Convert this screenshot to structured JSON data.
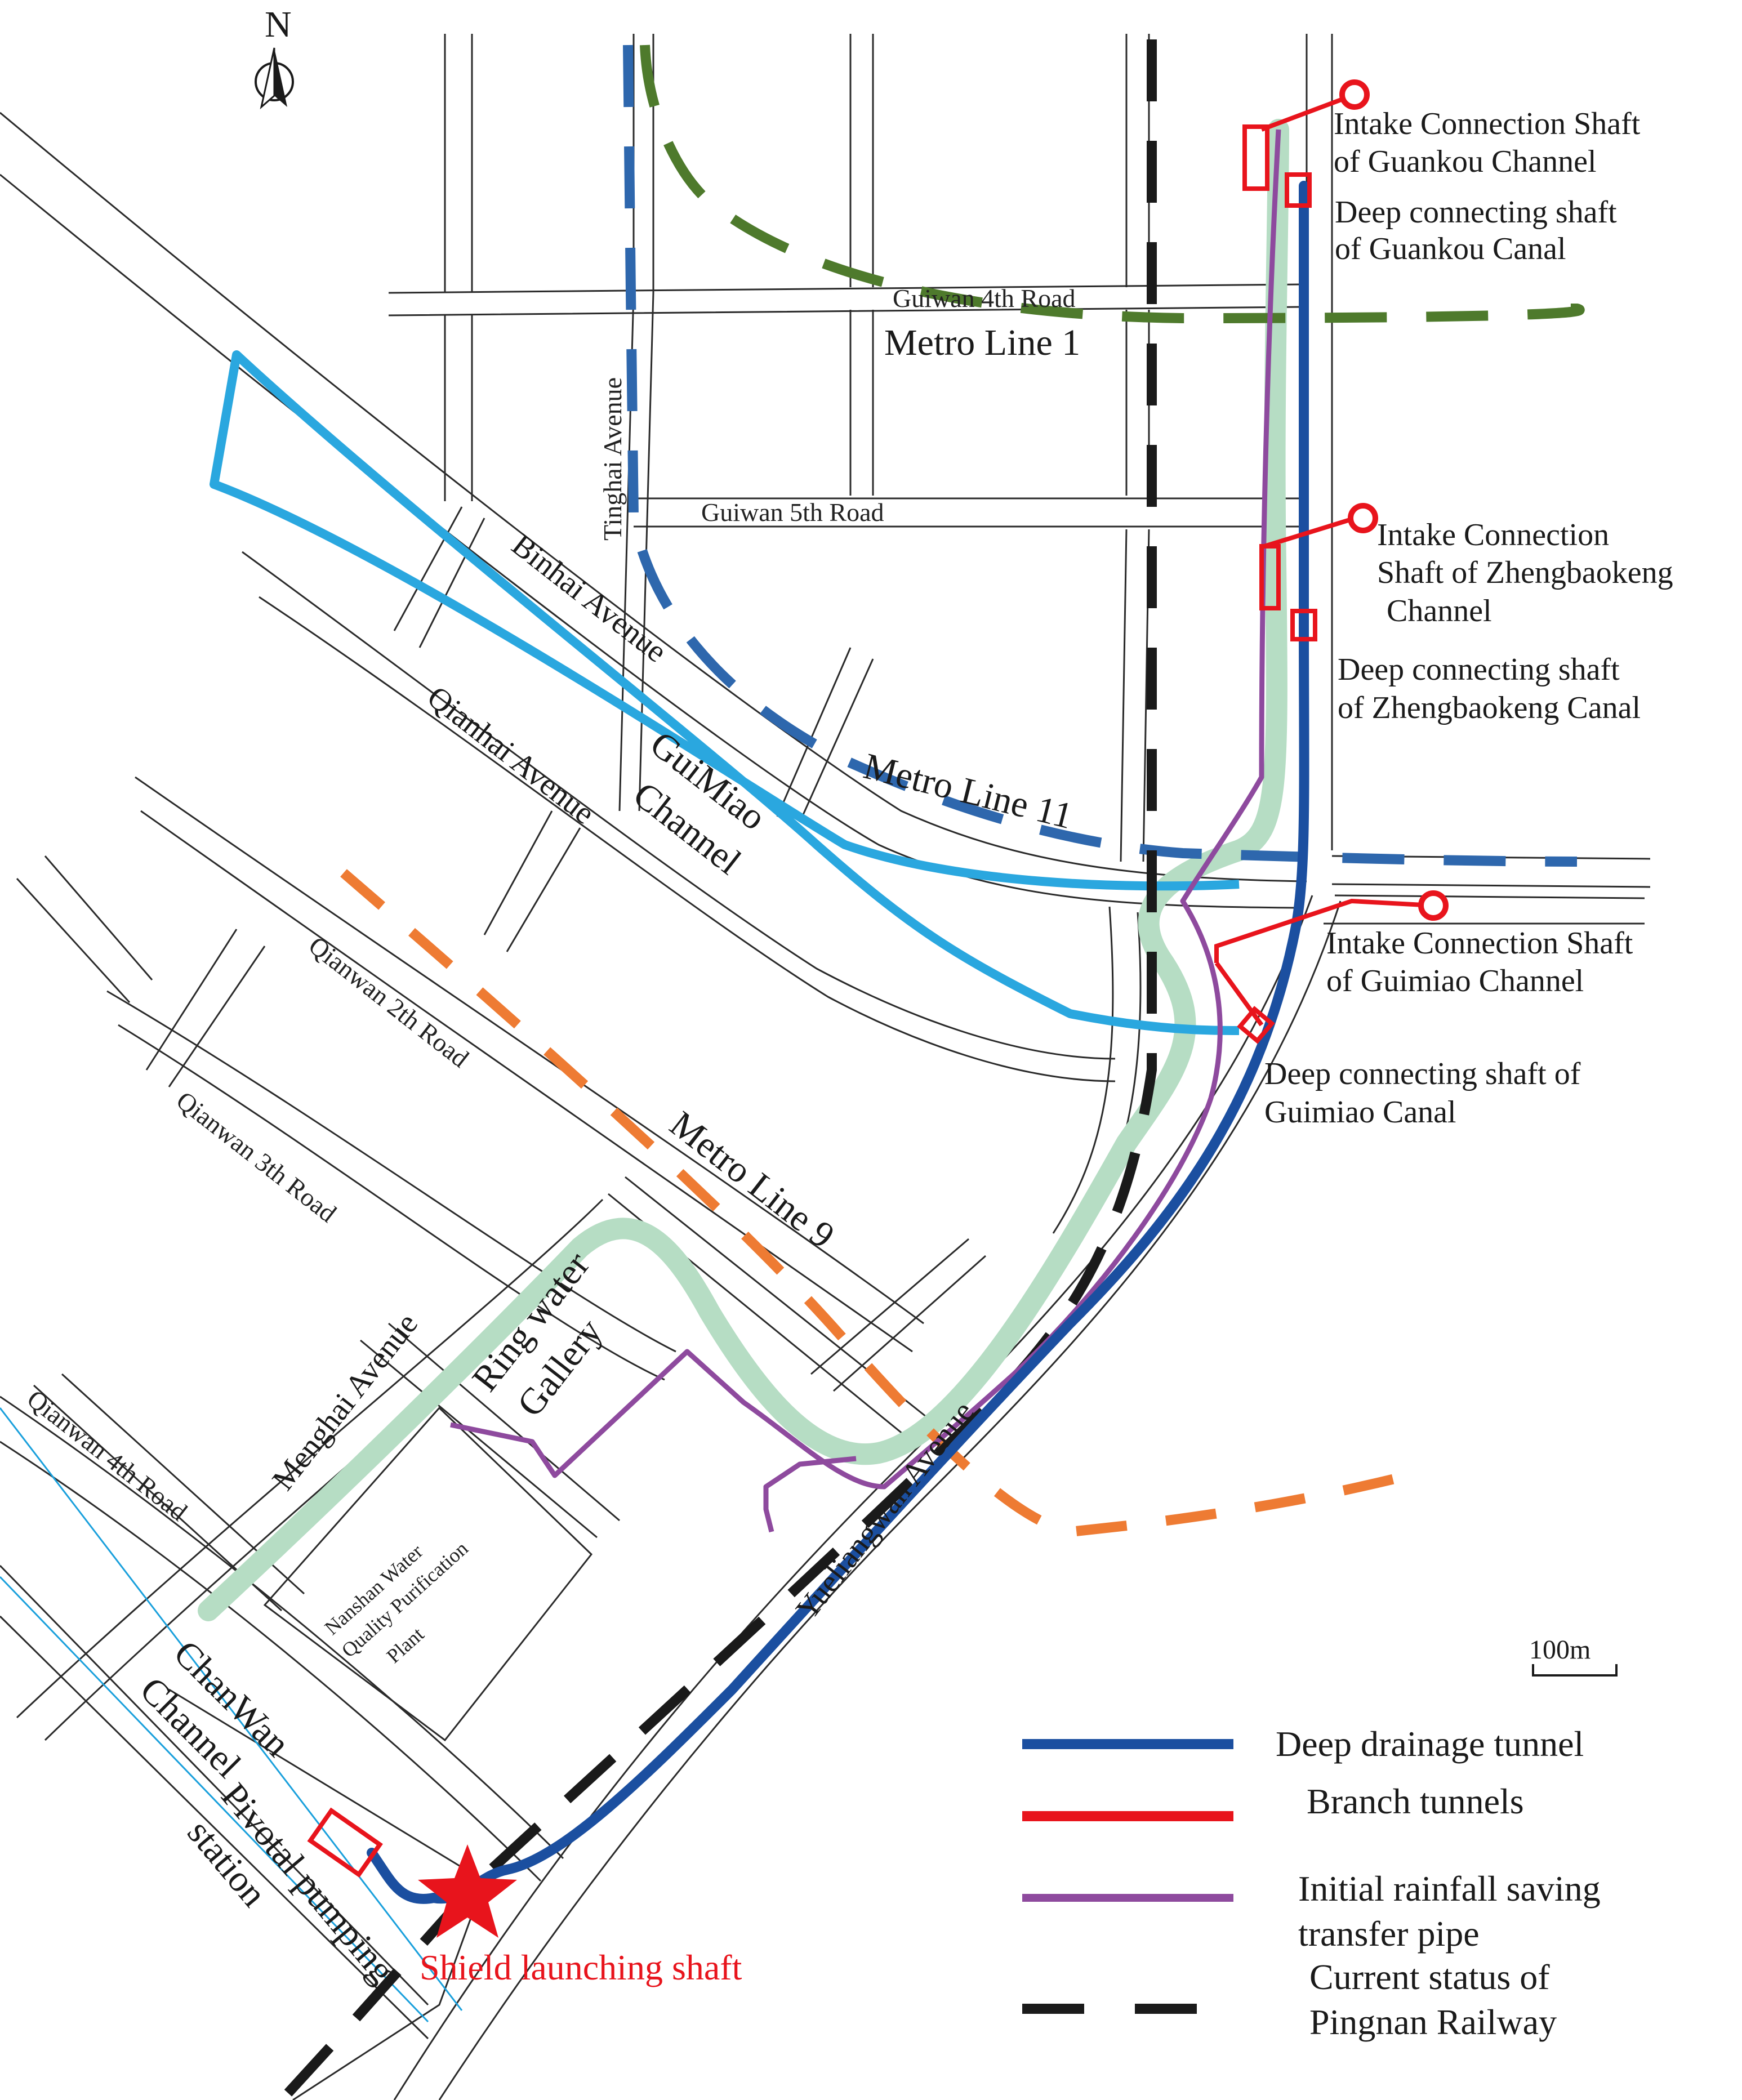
{
  "compass": {
    "letter": "N"
  },
  "roads": {
    "guiwan_4th": "Guiwan 4th Road",
    "guiwan_5th": "Guiwan 5th Road",
    "tinghai": "Tinghai Avenue",
    "binhai": "Binhai Avenue",
    "qianhai": "Qianhai Avenue",
    "qianwan_2th": "Qianwan 2th Road",
    "qianwan_3th": "Qianwan 3th Road",
    "qianwan_4th": "Qianwan 4th Road",
    "menghai": "Menghai Avenue",
    "yueliangwan": "Yueliangwan Avenue"
  },
  "metro": {
    "line1": "Metro Line 1",
    "line11": "Metro Line 11",
    "line9": "Metro Line 9"
  },
  "areas": {
    "guimiao_channel": [
      "GuiMiao",
      "Channel"
    ],
    "ring_water_gallery": [
      "Ring water",
      "Gallery"
    ],
    "chanwan_channel": [
      "ChanWan",
      "Channel"
    ],
    "pivotal_pumping_station": [
      "Pivotal pumping",
      "station"
    ],
    "nanshan_plant": [
      "Nanshan Water",
      "Quality Purification",
      "Plant"
    ]
  },
  "shafts": {
    "guankou_intake": [
      "Intake Connection Shaft",
      "of Guankou  Channel"
    ],
    "guankou_deep": [
      "Deep connecting shaft",
      "of Guankou Canal"
    ],
    "zhengbaokeng_intake": [
      "Intake Connection",
      "Shaft of Zhengbaokeng",
      "Channel"
    ],
    "zhengbaokeng_deep": [
      "Deep connecting shaft",
      "of Zhengbaokeng Canal"
    ],
    "guimiao_intake": [
      "Intake Connection Shaft",
      "of Guimiao  Channel"
    ],
    "guimiao_deep": [
      "Deep connecting shaft of",
      "Guimiao Canal"
    ],
    "shield_launching": "Shield launching shaft"
  },
  "scale": {
    "label": "100m"
  },
  "legend": {
    "items": [
      {
        "lines": [
          "Deep drainage tunnel"
        ],
        "color": "#1b4fa0",
        "style": "solid"
      },
      {
        "lines": [
          "Branch tunnels"
        ],
        "color": "#e8141c",
        "style": "solid"
      },
      {
        "lines": [
          "Initial rainfall saving",
          "transfer pipe"
        ],
        "color": "#8e4a9e",
        "style": "solid"
      },
      {
        "lines": [
          "Current status of",
          "Pingnan Railway"
        ],
        "color": "#1a1a1a",
        "style": "dashed"
      }
    ]
  },
  "colors": {
    "deep_tunnel": "#1b4fa0",
    "branch": "#e8141c",
    "transfer_pipe": "#8e4a9e",
    "railway": "#1a1a1a",
    "metro_line1": "#4e7a2c",
    "metro_line11": "#2e67ad",
    "metro_line9": "#ee7b33",
    "guimiao_channel": "#2aa7df",
    "ring_gallery": "#b6ddc4",
    "chanwan": "#1aa0dc"
  }
}
